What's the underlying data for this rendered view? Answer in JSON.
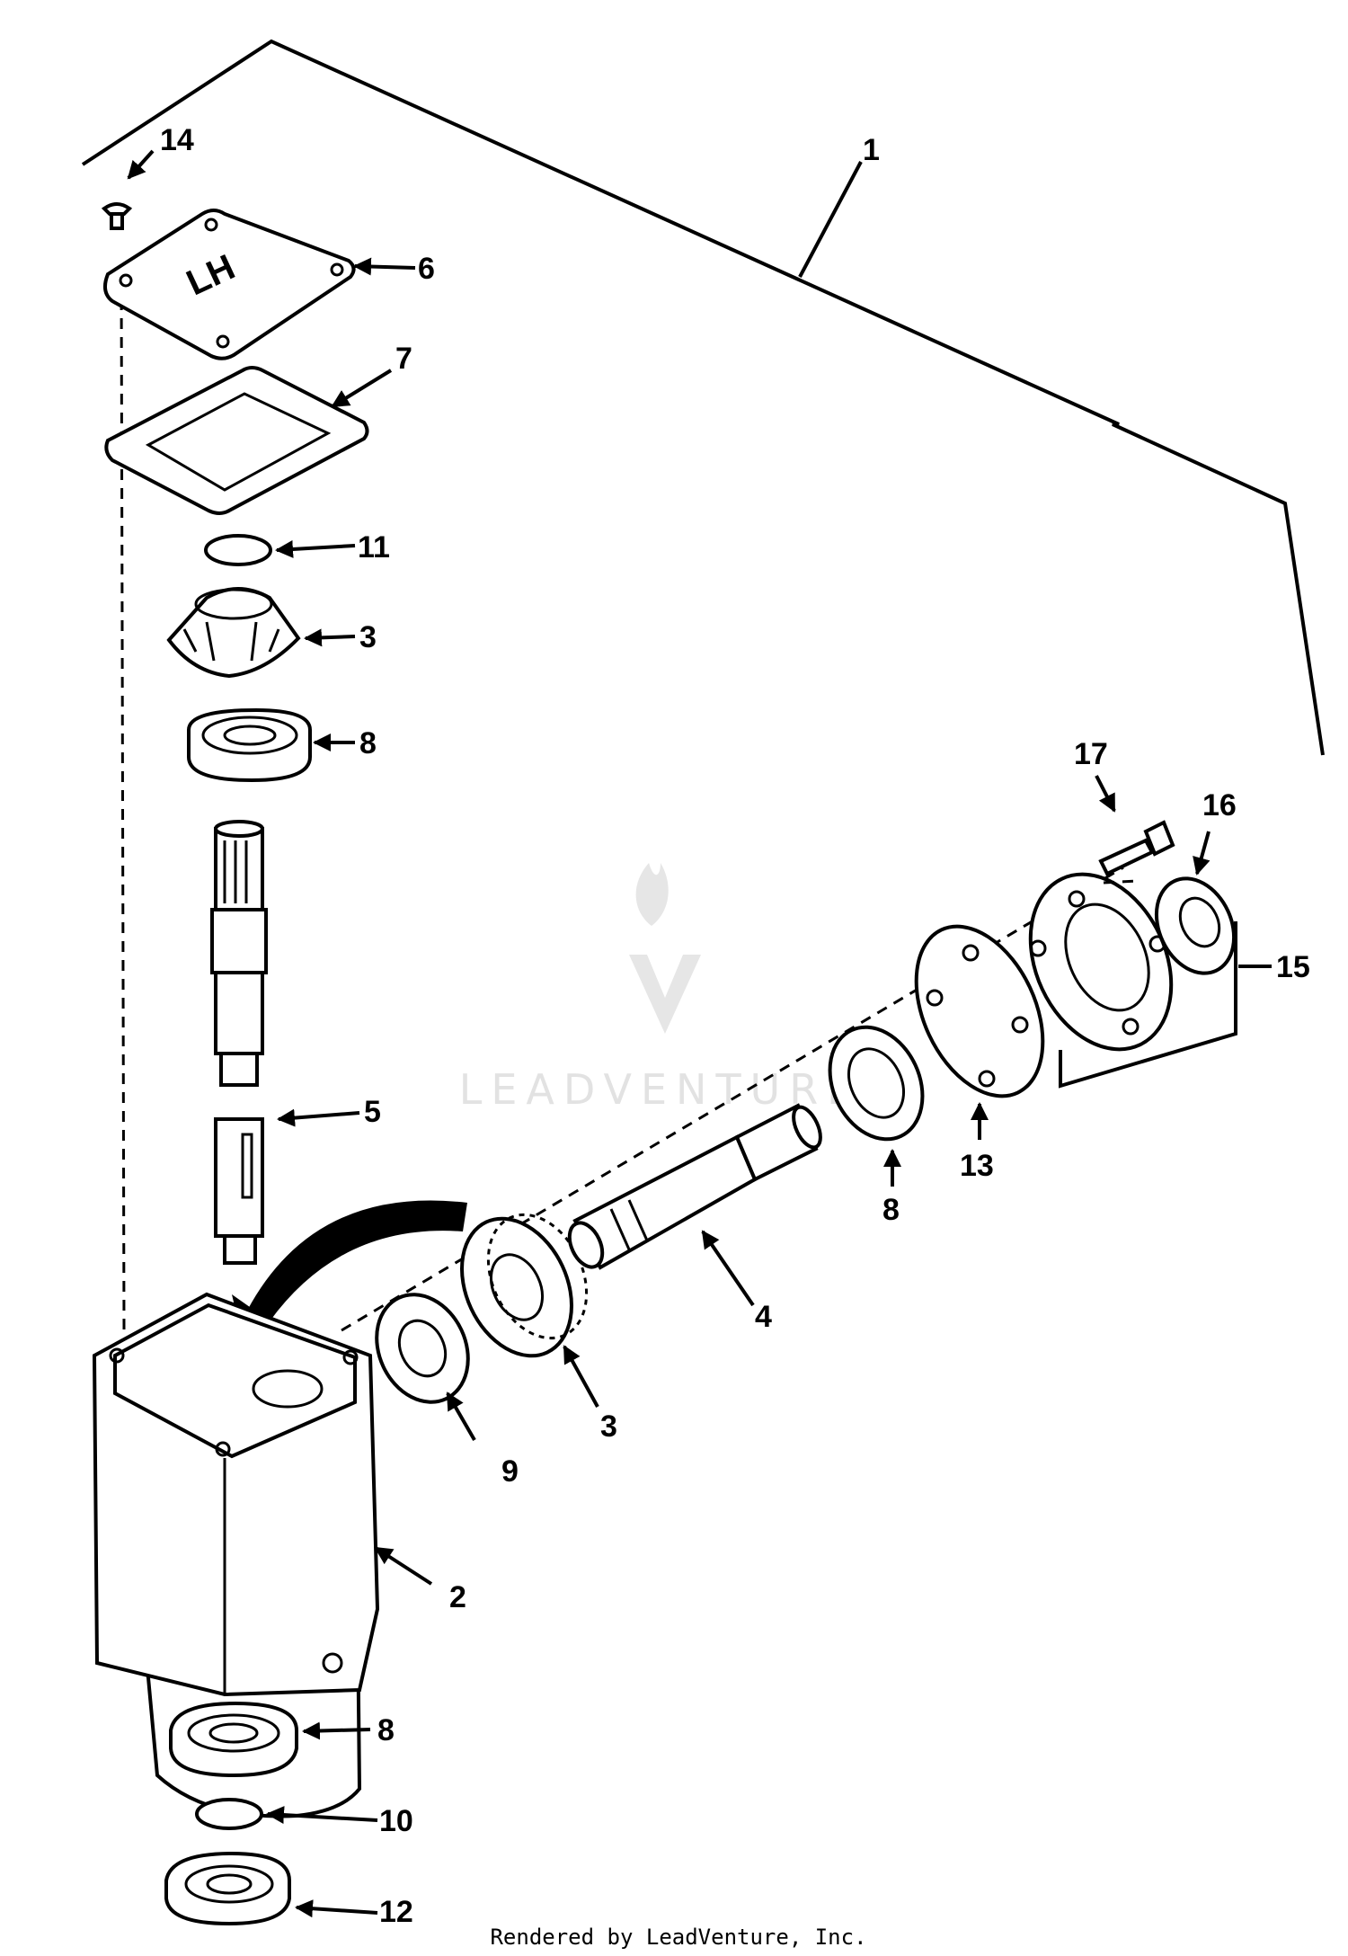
{
  "diagram": {
    "callouts": [
      "1",
      "14",
      "6",
      "7",
      "11",
      "3",
      "8",
      "5",
      "2",
      "8",
      "10",
      "12",
      "17",
      "16",
      "15",
      "13",
      "8",
      "4",
      "3",
      "9"
    ],
    "cover_marking": "LH",
    "watermark": "LEADVENTURE",
    "footer": "Rendered by LeadVenture, Inc."
  }
}
